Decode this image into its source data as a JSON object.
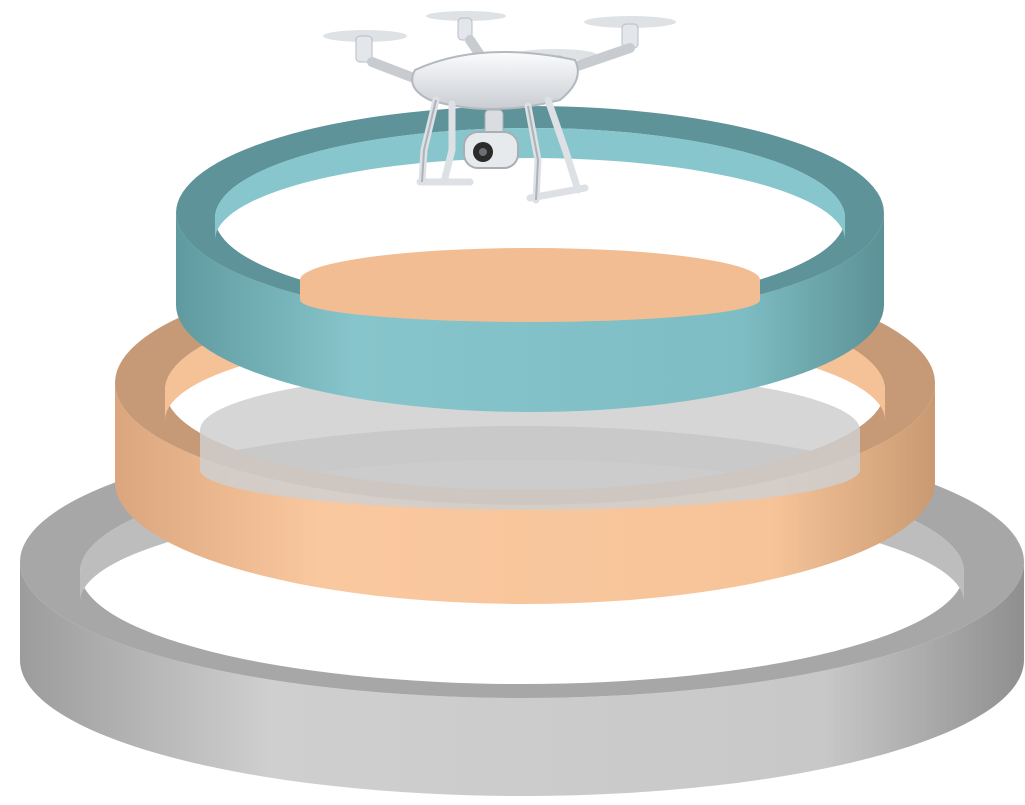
{
  "diagram": {
    "background": "#ffffff",
    "rings": [
      {
        "name": "top-ring",
        "color": "#7fc0c6",
        "order": 1
      },
      {
        "name": "middle-ring",
        "color": "#f7c59b",
        "order": 2
      },
      {
        "name": "bottom-ring",
        "color": "#c9c9c9",
        "order": 3
      }
    ],
    "drone": {
      "icon": "quadcopter-drone-icon",
      "body_color": "#eef0f2",
      "camera_color": "#2b2b2b"
    }
  }
}
